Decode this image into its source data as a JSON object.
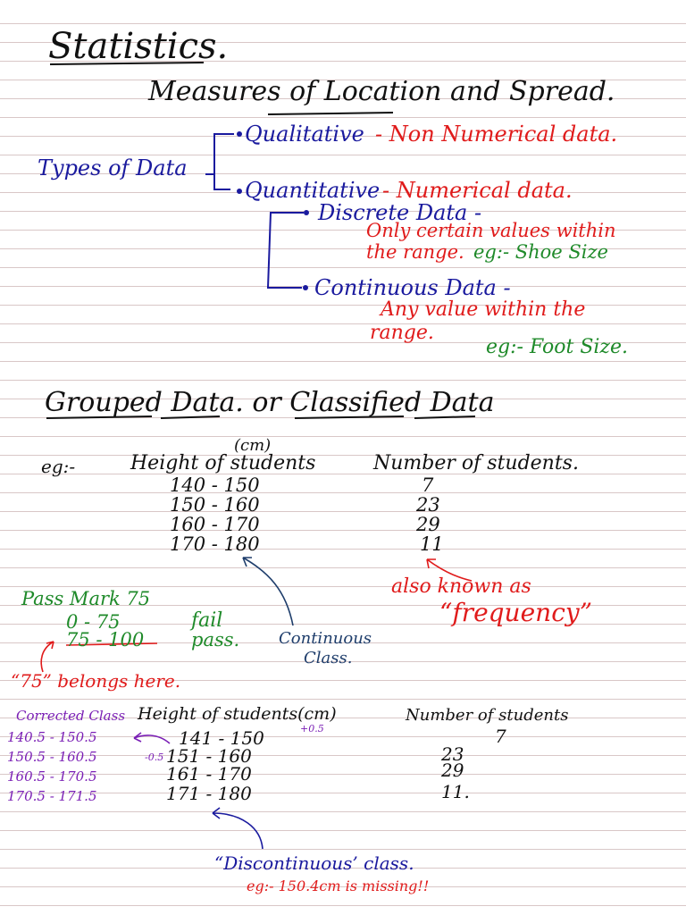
{
  "title": "Statistics.",
  "subtitle": "Measures of Location and Spread.",
  "types": {
    "root": "Types of Data",
    "qualitative": "Qualitative",
    "qualitative_desc": "- Non Numerical data.",
    "quantitative": "Quantitative",
    "quantitative_desc": "- Numerical data.",
    "discrete": "Discrete Data -",
    "discrete_desc_1": "Only certain values within",
    "discrete_desc_2": "the range.",
    "discrete_eg": "eg:- Shoe Size",
    "continuous": "Continuous Data -",
    "continuous_desc_1": "Any value within the",
    "continuous_desc_2": "range.",
    "continuous_eg": "eg:- Foot Size."
  },
  "grouped": {
    "heading": "Grouped Data. or Classified Data",
    "eg": "eg:-",
    "unit_note": "(cm)",
    "col_height": "Height of students",
    "col_number": "Number of students.",
    "ranges": [
      "140 - 150",
      "150 - 160",
      "160 - 170",
      "170 - 180"
    ],
    "counts": [
      "7",
      "23",
      "29",
      "11"
    ],
    "freq_note_1": "also known as",
    "freq_note_2": "“frequency”",
    "continuous_label_1": "Continuous",
    "continuous_label_2": "Class."
  },
  "pass": {
    "title": "Pass Mark 75",
    "row1": "0 - 75",
    "row1_label": "fail",
    "row2": "75 - 100",
    "row2_label": "pass.",
    "note": "“75” belongs here."
  },
  "discontinuous": {
    "corrected_label": "Corrected Class",
    "col_height": "Height of students(cm)",
    "col_number": "Number of students",
    "corrected": [
      "140.5 - 150.5",
      "150.5 - 160.5",
      "160.5 - 170.5",
      "170.5 - 171.5"
    ],
    "ranges": [
      "141 - 150",
      "151 - 160",
      "161 - 170",
      "171 - 180"
    ],
    "counts": [
      "7",
      "23",
      "29",
      "11."
    ],
    "plus_note": "+0.5",
    "minus_note": "-0.5",
    "label": "“Discontinuous’ class.",
    "missing_note": "eg:- 150.4cm is missing!!"
  },
  "colors": {
    "ink_black": "#111111",
    "ink_blue": "#1a1a9e",
    "ink_red": "#e01b1b",
    "ink_green": "#1f8a2a",
    "ink_purple": "#7a1fb5",
    "ruled_line": "#d9c7c7"
  }
}
